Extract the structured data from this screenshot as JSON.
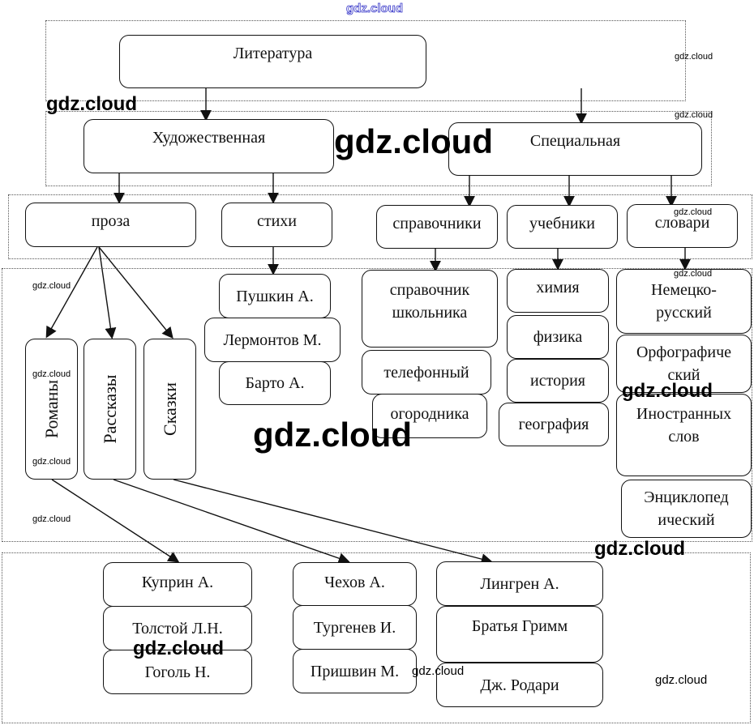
{
  "watermark": "gdz.cloud",
  "root": "Литература",
  "level1": [
    "Художественная",
    "Специальная"
  ],
  "fiction": {
    "categories": [
      "проза",
      "стихи"
    ],
    "prose_genres": [
      "Романы",
      "Рассказы",
      "Сказки"
    ],
    "poets": [
      "Пушкин А.",
      "Лермонтов М.",
      "Барто А."
    ],
    "novel_authors": [
      "Куприн А.",
      "Толстой Л.Н.",
      "Гоголь Н."
    ],
    "story_authors": [
      "Чехов А.",
      "Тургенев И.",
      "Пришвин М."
    ],
    "tale_authors": [
      "Лингрен А.",
      "Братья Гримм",
      "Дж. Родари"
    ]
  },
  "special": {
    "categories": [
      "справочники",
      "учебники",
      "словари"
    ],
    "reference_books": [
      "справочник\nшкольника",
      "телефонный",
      "огородника"
    ],
    "textbooks": [
      "химия",
      "физика",
      "история",
      "география"
    ],
    "dictionaries": [
      "Немецко-\nрусский",
      "Орфографиче\nский",
      "Иностранных\nслов",
      "Энциклопед\nический"
    ]
  }
}
